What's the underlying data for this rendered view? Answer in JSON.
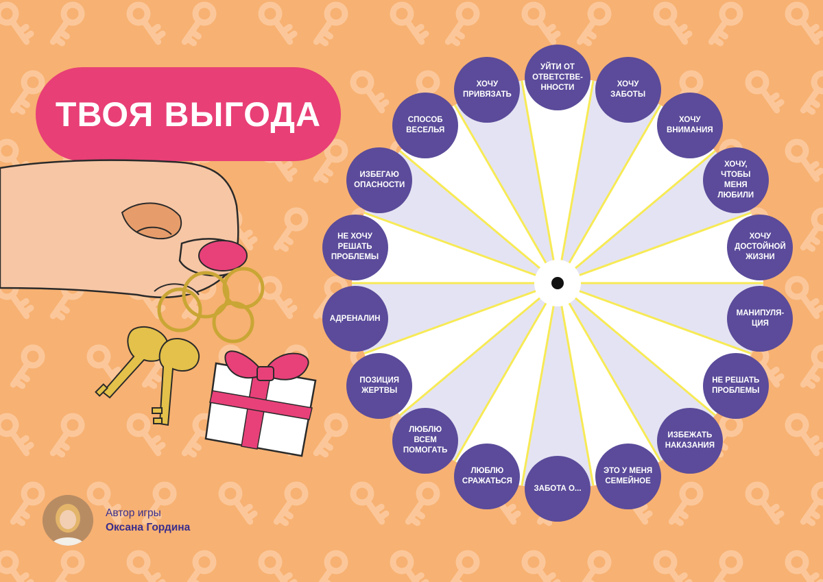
{
  "title": "ТВОЯ ВЫГОДА",
  "author": {
    "label": "Автор игры",
    "name": "Оксана Гордина"
  },
  "nodes": [
    "УЙТИ ОТ\nОТВЕТСТВЕ-\nННОСТИ",
    "ХОЧУ\nЗАБОТЫ",
    "ХОЧУ\nВНИМАНИЯ",
    "ХОЧУ,\nЧТОБЫ\nМЕНЯ\nЛЮБИЛИ",
    "ХОЧУ\nДОСТОЙНОЙ\nЖИЗНИ",
    "МАНИПУЛЯ-\nЦИЯ",
    "НЕ РЕШАТЬ\nПРОБЛЕМЫ",
    "ИЗБЕЖАТЬ\nНАКАЗАНИЯ",
    "ЭТО У МЕНЯ\nСЕМЕЙНОЕ",
    "ЗАБОТА О...",
    "ЛЮБЛЮ\nСРАЖАТЬСЯ",
    "ЛЮБЛЮ\nВСЕМ\nПОМОГАТЬ",
    "ПОЗИЦИЯ\nЖЕРТВЫ",
    "АДРЕНАЛИН",
    "НЕ ХОЧУ\nРЕШАТЬ\nПРОБЛЕМЫ",
    "ИЗБЕГАЮ\nОПАСНОСТИ",
    "СПОСОБ\nВЕСЕЛЬЯ",
    "ХОЧУ\nПРИВЯЗАТЬ"
  ],
  "colors": {
    "background": "#f7b172",
    "pattern": "#fbc79a",
    "title_pill": "#e83f76",
    "node": "#5b4b9a",
    "sector_light": "#ffffff",
    "sector_shade": "#e4e3f3",
    "spoke": "#f7ea55",
    "author_text": "#3a2d8c"
  },
  "icons": [
    "key-pattern-icon",
    "hand-with-keys-illustration",
    "gift-box-icon",
    "author-photo"
  ]
}
